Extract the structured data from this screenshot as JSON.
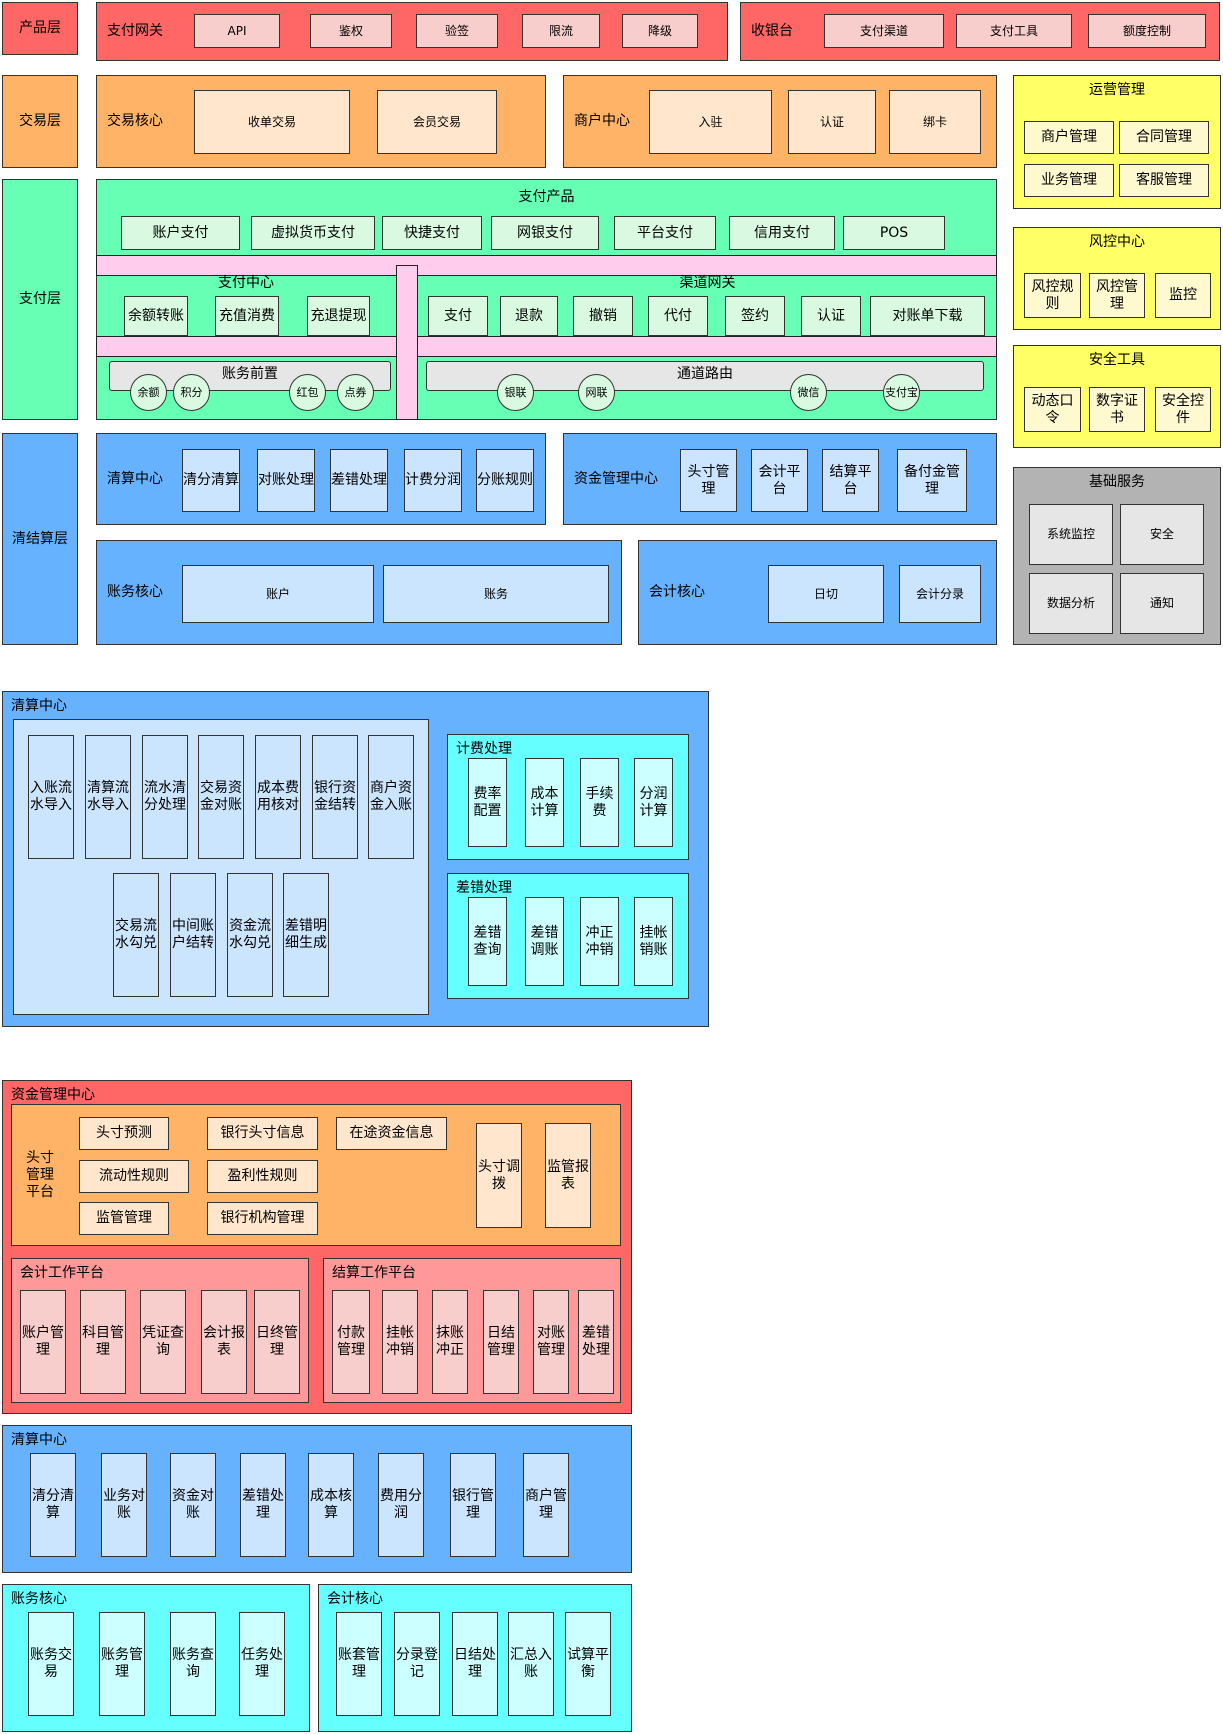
{
  "colors": {
    "red": "#ff6666",
    "pink": "#f8cecc",
    "orange": "#ffb366",
    "peach": "#ffe6cc",
    "green": "#66ffb3",
    "lightgreen": "#d9fae0",
    "yellow": "#ffff66",
    "lightyellow": "#fff9d0",
    "gray": "#b3b3b3",
    "lightgray": "#e6e6e6",
    "blue": "#66b2ff",
    "lightblue": "#cce5ff",
    "cyan": "#66ffff",
    "lightcyan": "#ccffff",
    "rose": "#ff9999",
    "bar": "#ffccee",
    "bargray": "#e6e6e6"
  },
  "top": {
    "product_layer": "产品层",
    "trade_layer": "交易层",
    "pay_layer": "支付层",
    "settle_layer": "清结算层",
    "gateway": {
      "title": "支付网关",
      "items": [
        "API",
        "鉴权",
        "验签",
        "限流",
        "降级"
      ]
    },
    "cashier": {
      "title": "收银台",
      "items": [
        "支付渠道",
        "支付工具",
        "额度控制"
      ]
    },
    "trade_core": {
      "title": "交易核心",
      "items": [
        "收单交易",
        "会员交易"
      ]
    },
    "merchant": {
      "title": "商户中心",
      "items": [
        "入驻",
        "认证",
        "绑卡"
      ]
    },
    "ops": {
      "title": "运营管理",
      "items": [
        "商户管理",
        "合同管理",
        "业务管理",
        "客服管理"
      ]
    },
    "risk": {
      "title": "风控中心",
      "items": [
        "风控规则",
        "风控管理",
        "监控"
      ]
    },
    "security": {
      "title": "安全工具",
      "items": [
        "动态口令",
        "数字证书",
        "安全控件"
      ]
    },
    "basic": {
      "title": "基础服务",
      "items": [
        "系统监控",
        "安全",
        "数据分析",
        "通知"
      ]
    },
    "pay_products": {
      "title": "支付产品",
      "items": [
        "账户支付",
        "虚拟货币支付",
        "快捷支付",
        "网银支付",
        "平台支付",
        "信用支付",
        "POS"
      ]
    },
    "pay_center": {
      "title": "支付中心",
      "items": [
        "余额转账",
        "充值消费",
        "充退提现"
      ]
    },
    "channel_gw": {
      "title": "渠道网关",
      "items": [
        "支付",
        "退款",
        "撤销",
        "代付",
        "签约",
        "认证",
        "对账单下载"
      ]
    },
    "account_front": {
      "title": "账务前置",
      "circles": [
        "余额",
        "积分",
        "红包",
        "点券"
      ]
    },
    "routing": {
      "title": "通道路由",
      "circles": [
        "银联",
        "网联",
        "微信",
        "支付宝"
      ]
    },
    "clearing": {
      "title": "清算中心",
      "items": [
        "清分清算",
        "对账处理",
        "差错处理",
        "计费分润",
        "分账规则"
      ]
    },
    "fund_mgmt": {
      "title": "资金管理中心",
      "items": [
        "头寸管理",
        "会计平台",
        "结算平台",
        "备付金管理"
      ]
    },
    "acct_core": {
      "title": "账务核心",
      "items": [
        "账户",
        "账务"
      ]
    },
    "accounting_core": {
      "title": "会计核心",
      "items": [
        "日切",
        "会计分录"
      ]
    }
  },
  "clearing_detail": {
    "title": "清算中心",
    "row1": [
      "入账流水导入",
      "清算流水导入",
      "流水清分处理",
      "交易资金对账",
      "成本费用核对",
      "银行资金结转",
      "商户资金入账"
    ],
    "row2": [
      "交易流水勾兑",
      "中间账户结转",
      "资金流水勾兑",
      "差错明细生成"
    ],
    "fee": {
      "title": "计费处理",
      "items": [
        "费率配置",
        "成本计算",
        "手续费",
        "分润计算"
      ]
    },
    "error": {
      "title": "差错处理",
      "items": [
        "差错查询",
        "差错调账",
        "冲正冲销",
        "挂帐销账"
      ]
    }
  },
  "fund_detail": {
    "title": "资金管理中心",
    "position": {
      "title": "头寸管理平台",
      "items": [
        "头寸预测",
        "银行头寸信息",
        "在途资金信息",
        "流动性规则",
        "盈利性规则",
        "监管管理",
        "银行机构管理"
      ],
      "tall": [
        "头寸调拨",
        "监管报表"
      ]
    },
    "accounting_ws": {
      "title": "会计工作平台",
      "items": [
        "账户管理",
        "科目管理",
        "凭证查询",
        "会计报表",
        "日终管理"
      ]
    },
    "settle_ws": {
      "title": "结算工作平台",
      "items": [
        "付款管理",
        "挂帐冲销",
        "抹账冲正",
        "日结管理",
        "对账管理",
        "差错处理"
      ]
    }
  },
  "clearing_bottom": {
    "title": "清算中心",
    "items": [
      "清分清算",
      "业务对账",
      "资金对账",
      "差错处理",
      "成本核算",
      "费用分润",
      "银行管理",
      "商户管理"
    ]
  },
  "acct_core_bottom": {
    "title": "账务核心",
    "items": [
      "账务交易",
      "账务管理",
      "账务查询",
      "任务处理"
    ]
  },
  "accounting_core_bottom": {
    "title": "会计核心",
    "items": [
      "账套管理",
      "分录登记",
      "日结处理",
      "汇总入账",
      "试算平衡"
    ]
  }
}
